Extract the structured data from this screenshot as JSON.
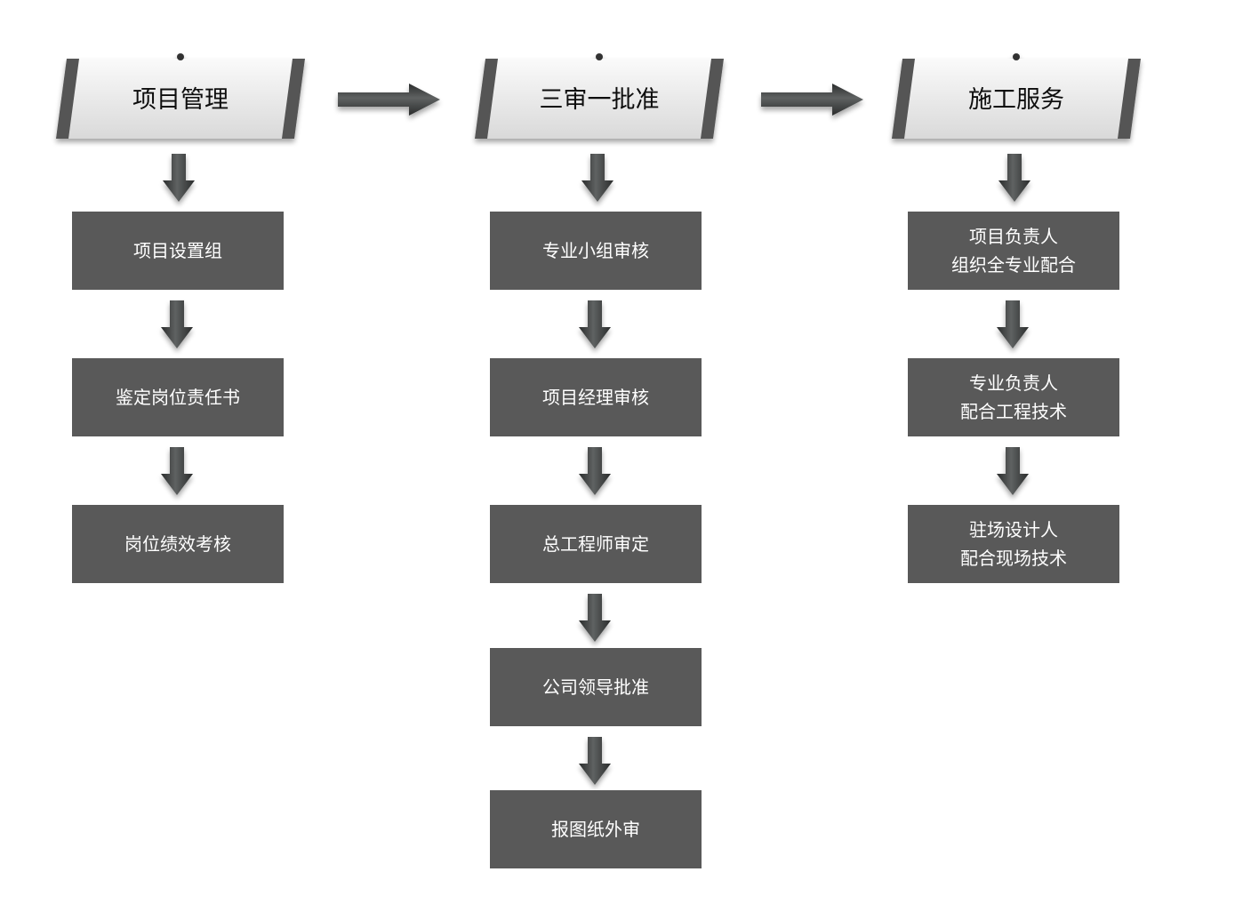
{
  "columns": [
    {
      "header": "项目管理",
      "steps": [
        [
          "项目设置组"
        ],
        [
          "鉴定岗位责任书"
        ],
        [
          "岗位绩效考核"
        ]
      ]
    },
    {
      "header": "三审一批准",
      "steps": [
        [
          "专业小组审核"
        ],
        [
          "项目经理审核"
        ],
        [
          "总工程师审定"
        ],
        [
          "公司领导批准"
        ],
        [
          "报图纸外审"
        ]
      ]
    },
    {
      "header": "施工服务",
      "steps": [
        [
          "项目负责人",
          "组织全专业配合"
        ],
        [
          "专业负责人",
          "配合工程技术"
        ],
        [
          "驻场设计人",
          "配合现场技术"
        ]
      ]
    }
  ],
  "colors": {
    "box_fill": "#595959",
    "box_text": "#ffffff",
    "header_light": "#f7f7f7",
    "header_shade": "#dcdcdc",
    "header_side": "#555555",
    "arrow_dark": "#2b2d2d",
    "arrow_light": "#5d6060"
  }
}
